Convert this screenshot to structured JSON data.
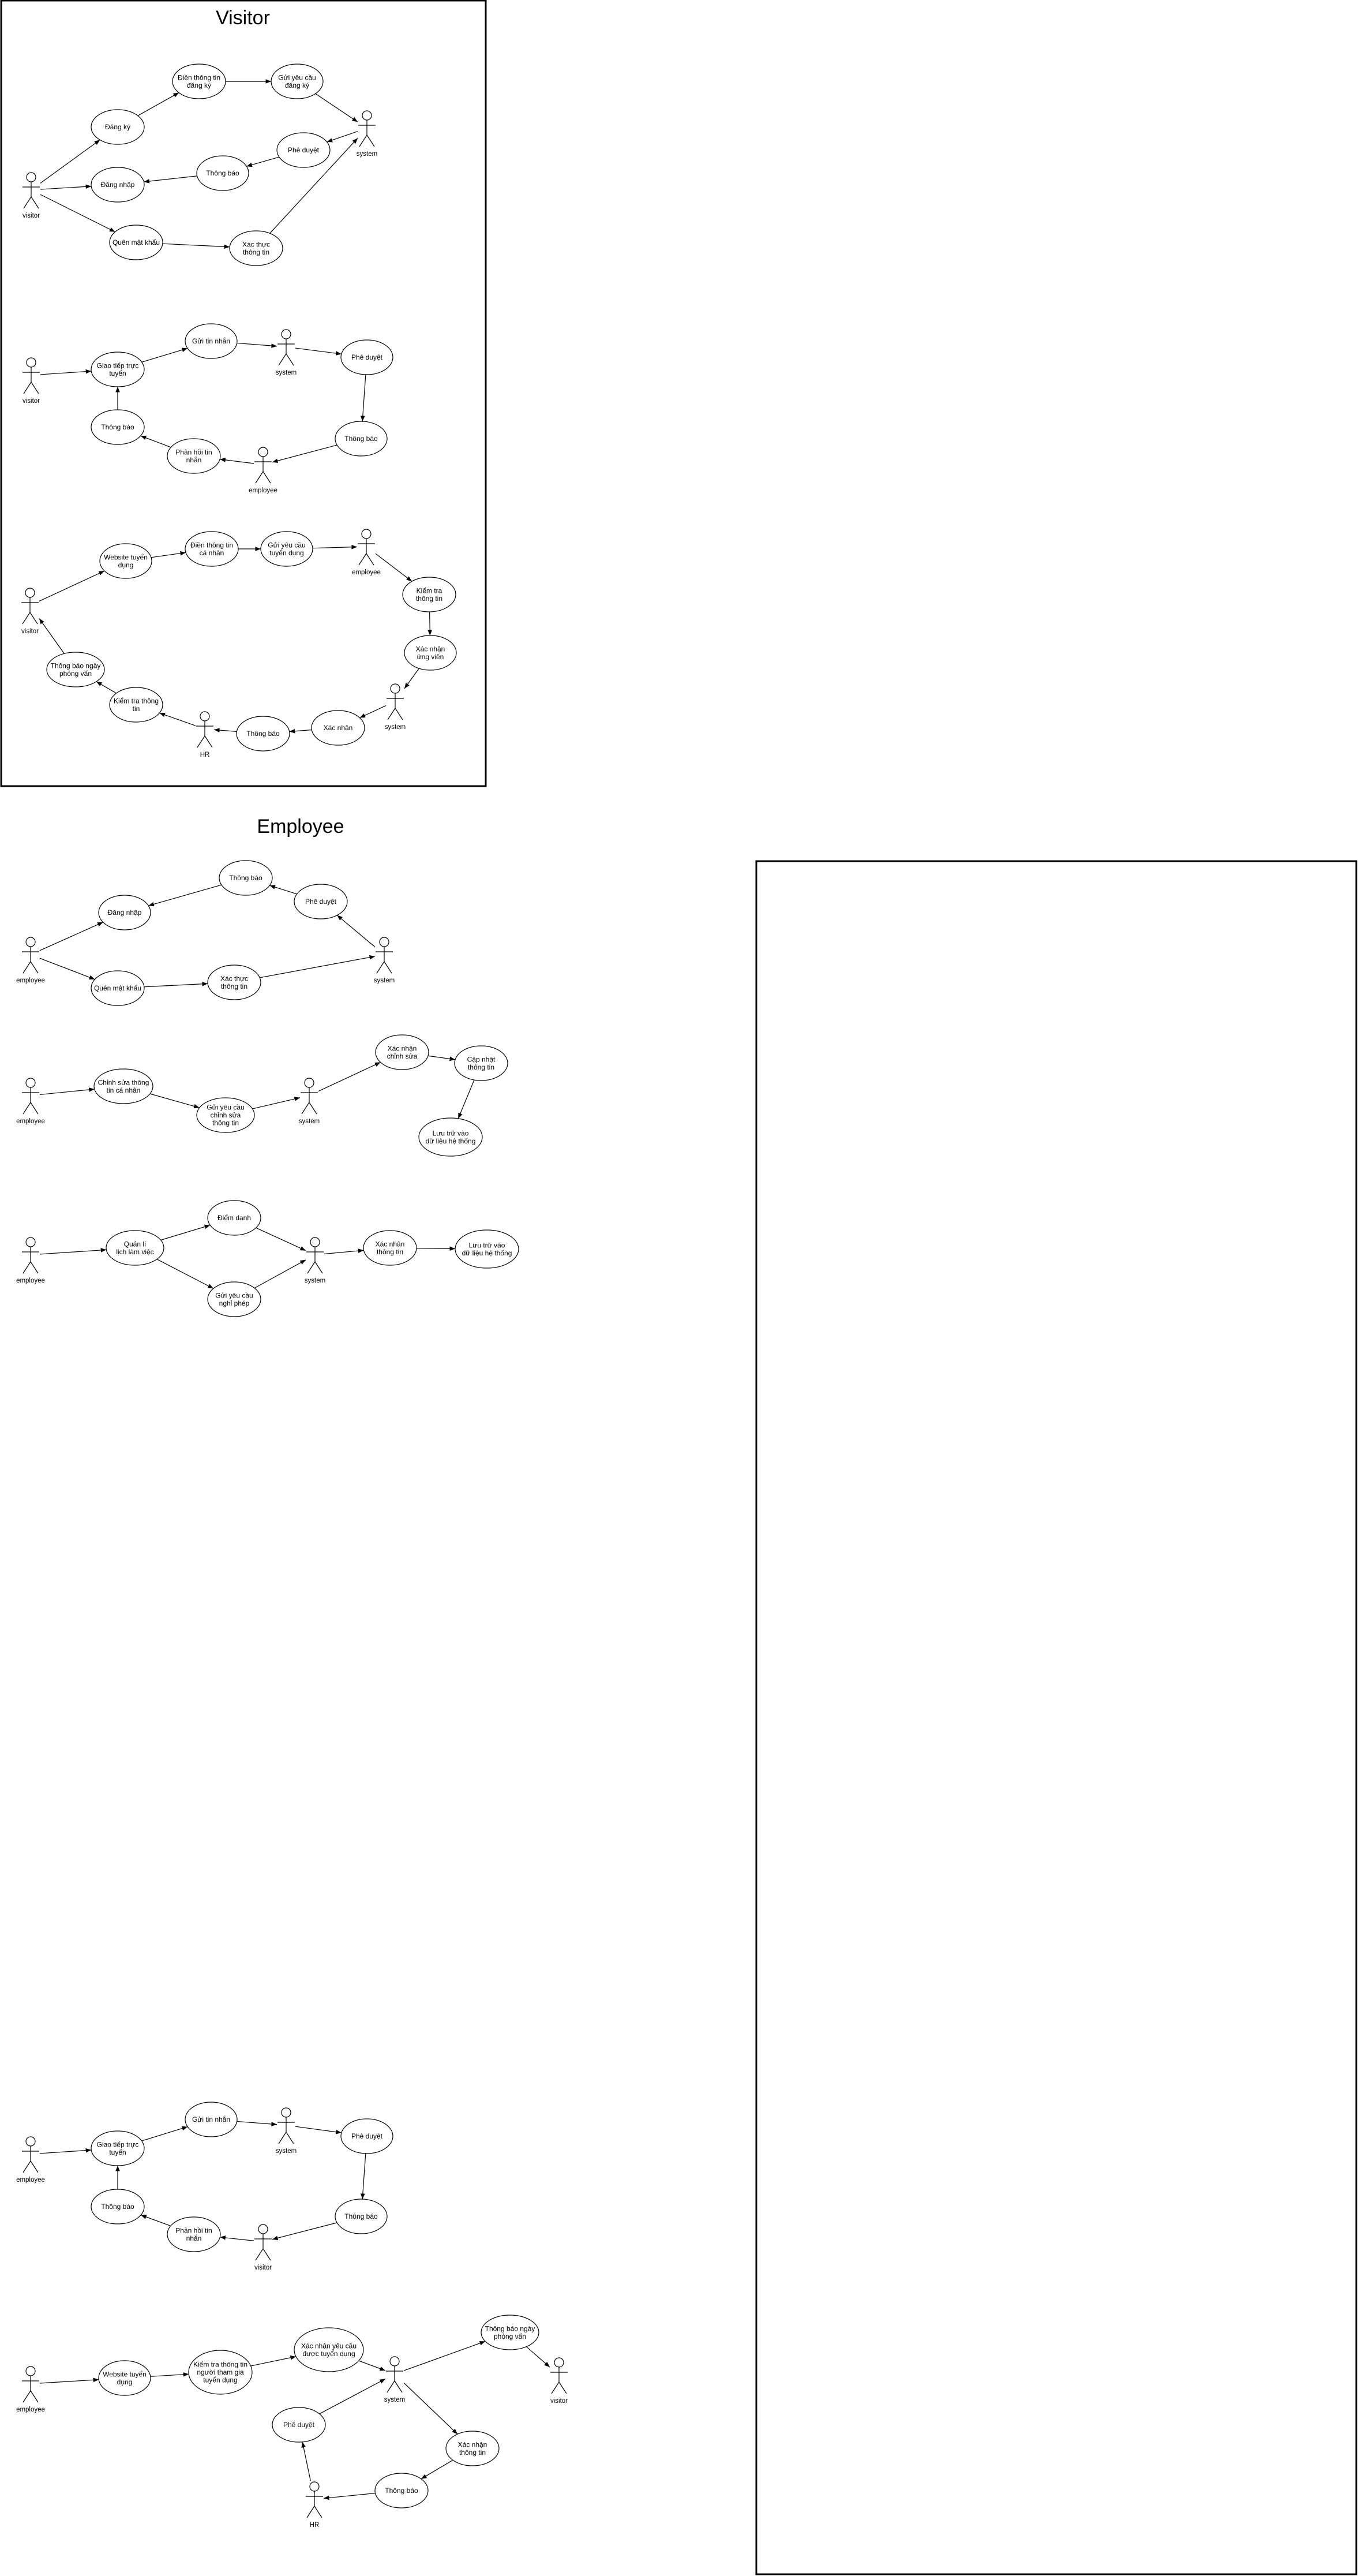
{
  "titles": {
    "visitor": "Visitor",
    "employee": "Employee"
  },
  "actors": {
    "v_visitor1": "visitor",
    "v_system1": "system",
    "v_visitor2": "visitor",
    "v_system2": "system",
    "v_employee2": "employee",
    "v_visitor3": "visitor",
    "v_employee3": "employee",
    "v_system3": "system",
    "v_hr3": "HR",
    "e_employee1": "employee",
    "e_system1": "system",
    "e_employee2": "employee",
    "e_system2": "system",
    "e_employee3": "employee",
    "e_system3": "system",
    "e_employee4": "employee",
    "e_system4": "system",
    "e_visitor4": "visitor",
    "e_employee5": "employee",
    "e_system5": "system",
    "e_visitor5": "visitor",
    "e_hr5": "HR"
  },
  "usecases": {
    "v1_dangky": [
      "Đăng ký"
    ],
    "v1_dienthongtin": [
      "Điền thông tin",
      "đăng ký"
    ],
    "v1_guiyeucau": [
      "Gửi yêu cầu",
      "đăng ký"
    ],
    "v1_pheduyet": [
      "Phê duyệt"
    ],
    "v1_thongbao": [
      "Thông báo"
    ],
    "v1_dangnhap": [
      "Đăng nhập"
    ],
    "v1_quenmatkhau": [
      "Quên mật khẩu"
    ],
    "v1_xacthuc": [
      "Xác thực",
      "thông tin"
    ],
    "v2_giaotiep": [
      "Giao tiếp trực",
      "tuyến"
    ],
    "v2_guitinnhan": [
      "Gửi tin nhắn"
    ],
    "v2_pheduyet": [
      "Phê duyệt"
    ],
    "v2_thongbao_r": [
      "Thông báo"
    ],
    "v2_phanhoi": [
      "Phản hồi tin",
      "nhắn"
    ],
    "v2_thongbao_l": [
      "Thông báo"
    ],
    "v3_website": [
      "Website tuyển",
      "dụng"
    ],
    "v3_dienthongtin": [
      "Điền thông tin",
      "cá nhân"
    ],
    "v3_guiyeucau": [
      "Gửi yêu cầu",
      "tuyển dụng"
    ],
    "v3_kiemtra_r": [
      "Kiểm tra",
      "thông tin"
    ],
    "v3_xacnhanungvien": [
      "Xác nhận",
      "ứng viên"
    ],
    "v3_xacnhan": [
      "Xác nhận"
    ],
    "v3_thongbao": [
      "Thông báo"
    ],
    "v3_kiemtra_l": [
      "Kiểm tra thông",
      "tin"
    ],
    "v3_thongbaongay": [
      "Thông báo ngày",
      "phỏng vấn"
    ],
    "e1_thongbao": [
      "Thông báo"
    ],
    "e1_pheduyet": [
      "Phê duyệt"
    ],
    "e1_dangnhap": [
      "Đăng nhập"
    ],
    "e1_quenmatkhau": [
      "Quên mật khẩu"
    ],
    "e1_xacthuc": [
      "Xác thực",
      "thông tin"
    ],
    "e2_chinhsua": [
      "Chỉnh sửa thông",
      "tin cá nhân"
    ],
    "e2_guiyeucau": [
      "Gửi yêu cầu",
      "chỉnh sửa",
      "thông tin"
    ],
    "e2_xacnhan": [
      "Xác nhận",
      "chỉnh sửa"
    ],
    "e2_capnhat": [
      "Cập nhật",
      "thông tin"
    ],
    "e2_luutru": [
      "Lưu trữ vào",
      "dữ liệu hệ thống"
    ],
    "e3_quanly": [
      "Quản lí",
      "lịch làm việc"
    ],
    "e3_diemdanh": [
      "Điểm danh"
    ],
    "e3_nghiphep": [
      "Gửi yêu cầu",
      "nghỉ phép"
    ],
    "e3_xacnhan": [
      "Xác nhận",
      "thông tin"
    ],
    "e3_luutru": [
      "Lưu trữ vào",
      "dữ liệu hệ thống"
    ],
    "e4_giaotiep": [
      "Giao tiếp trực",
      "tuyến"
    ],
    "e4_guitinnhan": [
      "Gửi tin nhắn"
    ],
    "e4_pheduyet": [
      "Phê duyệt"
    ],
    "e4_thongbao_r": [
      "Thông báo"
    ],
    "e4_phanhoi": [
      "Phản hồi tin",
      "nhắn"
    ],
    "e4_thongbao_l": [
      "Thông báo"
    ],
    "e5_website": [
      "Website tuyển",
      "dụng"
    ],
    "e5_kiemtra": [
      "Kiểm tra thông tin",
      "người tham gia",
      "tuyển dụng"
    ],
    "e5_xacnhan": [
      "Xác nhận yêu cầu",
      "được tuyển dụng"
    ],
    "e5_thongbaongay": [
      "Thông báo ngày",
      "phỏng vấn"
    ],
    "e5_pheduyet": [
      "Phê duyệt"
    ],
    "e5_xacnhanthongtin": [
      "Xác nhận",
      "thông tin"
    ],
    "e5_thongbao": [
      "Thông báo"
    ]
  }
}
